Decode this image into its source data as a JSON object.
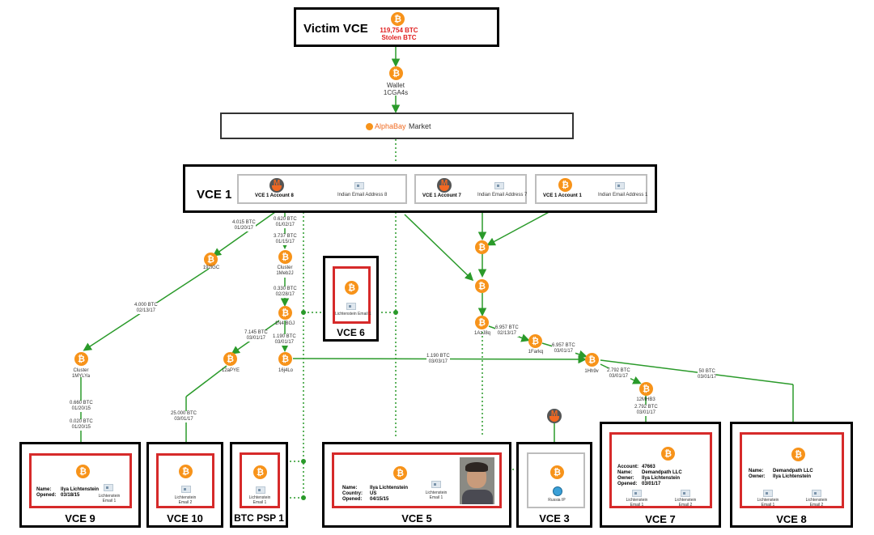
{
  "victim": {
    "title": "Victim VCE",
    "amount": "119,754 BTC",
    "note": "Stolen BTC"
  },
  "wallet": {
    "label": "Wallet",
    "id": "1CGA4s"
  },
  "alphabay": {
    "brand": "AlphaBay",
    "suffix": "Market"
  },
  "vce1": {
    "title": "VCE 1",
    "accounts": [
      {
        "label": "VCE 1 Account 8",
        "email": "Indian Email Address 8"
      },
      {
        "label": "VCE 1 Account 7",
        "email": "Indian Email Address 7"
      },
      {
        "label": "VCE 1 Account 1",
        "email": "Indian Email Address 1"
      }
    ]
  },
  "transactions": {
    "t1": {
      "amount": "4.015 BTC",
      "date": "01/20/17"
    },
    "t2": {
      "amount": "0.620 BTC",
      "date": "01/02/17"
    },
    "t3": {
      "amount": "3.737 BTC",
      "date": "01/15/17"
    },
    "t4": {
      "amount": "0.330 BTC",
      "date": "02/28/17"
    },
    "t5": {
      "amount": "4.000 BTC",
      "date": "02/13/17"
    },
    "t6": {
      "amount": "7.145 BTC",
      "date": "03/01/17"
    },
    "t7": {
      "amount": "1.190 BTC",
      "date": "03/01/17"
    },
    "t8": {
      "amount": "1.190 BTC",
      "date": "03/03/17"
    },
    "t9": {
      "amount": "6.957 BTC",
      "date": "02/13/17"
    },
    "t10": {
      "amount": "6.957 BTC",
      "date": "03/01/17"
    },
    "t11": {
      "amount": "2.792 BTC",
      "date": "03/01/17"
    },
    "t12": {
      "amount": "50 BTC",
      "date": "03/01/17"
    },
    "t13": {
      "amount": "2.792 BTC",
      "date": "03/01/17"
    },
    "t14": {
      "amount": "0.660 BTC",
      "date": "01/20/15"
    },
    "t15": {
      "amount": "0.020 BTC",
      "date": "01/20/15"
    },
    "t16": {
      "amount": "25.000 BTC",
      "date": "03/01/17"
    }
  },
  "nodes": {
    "n192": "192iGC",
    "cluster1": "Cluster",
    "cluster1_id": "1Meb2J",
    "n1n4": "1N4 BGJ",
    "n1ar": "1AzJ8q",
    "cluster2": "Cluster",
    "cluster2_id": "1MYLYa",
    "n12a": "12aPYE",
    "n16j": "16j4Lo",
    "n1fa": "1Farkq",
    "n1hh": "1Hh9v",
    "n12m": "12MHB3"
  },
  "vce6": {
    "title": "VCE 6",
    "email": "Lichtenstein Email 1"
  },
  "vce9": {
    "title": "VCE 9",
    "name_label": "Name:",
    "name": "Ilya Lichtenstein",
    "opened_label": "Opened:",
    "opened": "03/18/15",
    "email": "Lichtenstein Email 1"
  },
  "vce10": {
    "title": "VCE 10",
    "email": "Lichtenstein Email 2"
  },
  "btcpsp": {
    "title": "BTC PSP 1",
    "email": "Lichtenstein Email 1"
  },
  "vce5": {
    "title": "VCE 5",
    "name_label": "Name:",
    "name": "Ilya Lichtenstein",
    "country_label": "Country:",
    "country": "US",
    "opened_label": "Opened:",
    "opened": "04/15/15",
    "email": "Lichtenstein Email 1"
  },
  "vce3": {
    "title": "VCE 3",
    "ip": "Russia IP"
  },
  "vce7": {
    "title": "VCE 7",
    "account_label": "Account:",
    "account": "47663",
    "name_label": "Name:",
    "name": "Demandpath LLC",
    "owner_label": "Owner:",
    "owner": "Ilya Lichtenstein",
    "opened_label": "Opened:",
    "opened": "03/01/17",
    "email1": "Lichtenstein Email 1",
    "email2": "Lichtenstein Email 2"
  },
  "vce8": {
    "title": "VCE 8",
    "name_label": "Name:",
    "name": "Demandpath LLC",
    "owner_label": "Owner:",
    "owner": "Ilya Lichtenstein",
    "email1": "Lichtenstein Email 1",
    "email2": "Lichtenstein Email 2"
  },
  "colors": {
    "edge": "#2a9a2a",
    "red": "#d62a2a",
    "btc": "#f7931a",
    "amount": "#e02020"
  }
}
